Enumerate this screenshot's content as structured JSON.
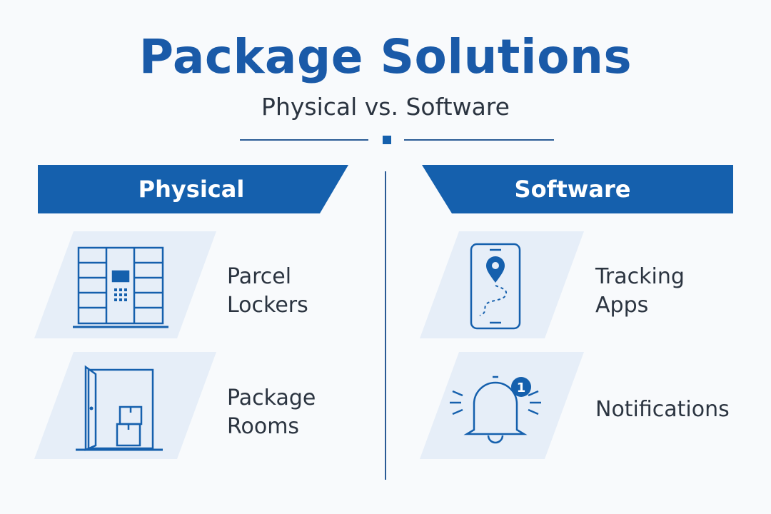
{
  "header": {
    "title": "Package Solutions",
    "subtitle": "Physical vs. Software"
  },
  "columns": {
    "physical": {
      "heading": "Physical",
      "items": [
        {
          "label": "Parcel\nLockers",
          "icon": "parcel-locker-icon"
        },
        {
          "label": "Package\nRooms",
          "icon": "package-room-icon"
        }
      ]
    },
    "software": {
      "heading": "Software",
      "items": [
        {
          "label": "Tracking\nApps",
          "icon": "tracking-phone-icon"
        },
        {
          "label": "Notifications",
          "icon": "notification-bell-icon",
          "badge": "1"
        }
      ]
    }
  },
  "colors": {
    "primary": "#1560ad",
    "title": "#1a5aa8",
    "text": "#2b3440",
    "tile": "#e6eef8",
    "line": "#2a5b95",
    "background": "#f8fafc"
  }
}
